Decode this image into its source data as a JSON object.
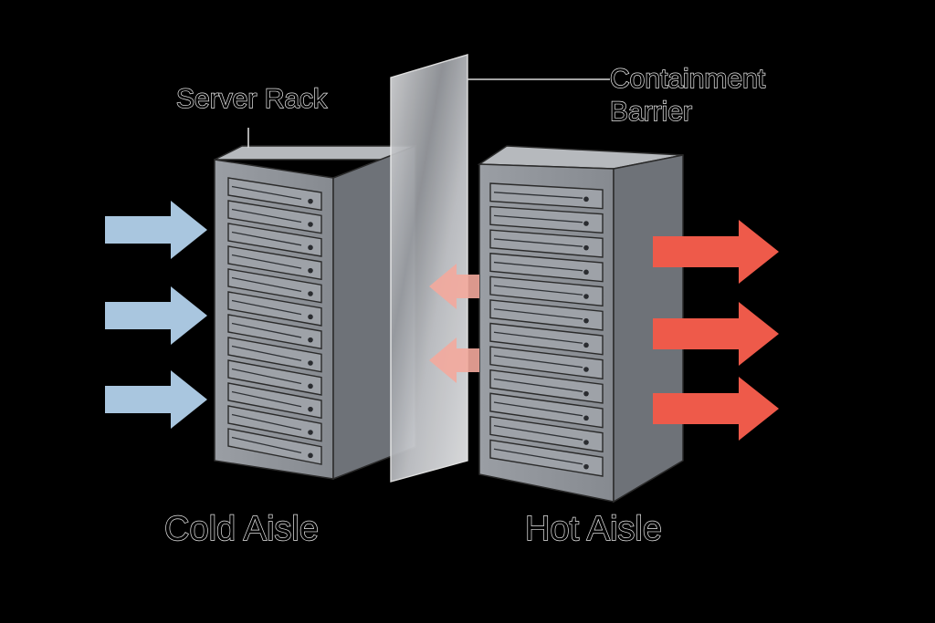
{
  "labels": {
    "server_rack": "Server Rack",
    "containment_barrier_line1": "Containment",
    "containment_barrier_line2": "Barrier",
    "cold_aisle": "Cold Aisle",
    "hot_aisle": "Hot Aisle"
  },
  "colors": {
    "background": "#000000",
    "cold_air": "#a9c6df",
    "hot_air": "#ee5a4a",
    "recirculated_air": "#f3a89c",
    "rack_front": "#8f9399",
    "rack_side": "#6e7278",
    "rack_top": "#b6b9bd",
    "barrier": "#c9cbcf",
    "label_outline": "#e6e6e6"
  },
  "icons": {
    "cold_air": "arrow-right",
    "hot_air": "arrow-right",
    "recirculated_air": "arrow-left"
  },
  "racks": {
    "cold_side_units": 12,
    "hot_side_units": 12
  }
}
